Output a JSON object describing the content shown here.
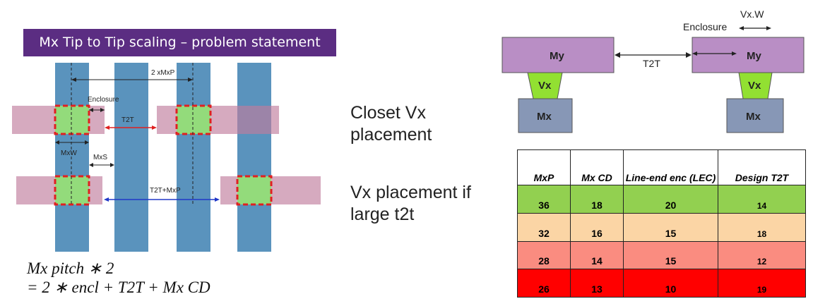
{
  "title": "Mx Tip to Tip  scaling – problem statement",
  "left_diagram": {
    "pitch_label": "2 xMxP",
    "enclosure_label": "Enclosure",
    "t2t_label": "T2T",
    "mxw_label": "MxW",
    "mxs_label": "MxS",
    "t2t_mxp_label": "T2T+MxP"
  },
  "side_text": {
    "closest_line1": "Closet Vx",
    "closest_line2": "placement",
    "large_line1": "Vx placement if",
    "large_line2": "large t2t"
  },
  "formula": {
    "line1": "Mx pitch ∗ 2",
    "line2": "= 2 ∗ encl + T2T + Mx CD"
  },
  "right_diagram": {
    "vxw_label": "Vx.W",
    "enclosure_label": "Enclosure",
    "my_label": "My",
    "vx_label": "Vx",
    "mx_label": "Mx",
    "t2t_label": "T2T"
  },
  "table": {
    "headers": [
      "MxP",
      "Mx CD",
      "Line-end enc (LEC)",
      "Design T2T"
    ],
    "rows": [
      {
        "mxp": "36",
        "mxcd": "18",
        "lec": "20",
        "t2t": "14",
        "color": "#92d050"
      },
      {
        "mxp": "32",
        "mxcd": "16",
        "lec": "15",
        "t2t": "18",
        "color": "#fbd5a5"
      },
      {
        "mxp": "28",
        "mxcd": "14",
        "lec": "15",
        "t2t": "12",
        "color": "#fa8c80"
      },
      {
        "mxp": "26",
        "mxcd": "13",
        "lec": "10",
        "t2t": "19",
        "color": "#ff0000"
      }
    ]
  },
  "colors": {
    "banner": "#5b2d82",
    "metal_line": "#5a93bd",
    "pink_layer": "#c07d9c",
    "via": "#93db7b",
    "via_outline": "#e02020",
    "my_box": "#b98ec5",
    "vx_right": "#92e032",
    "mx_box": "#8797b6"
  }
}
